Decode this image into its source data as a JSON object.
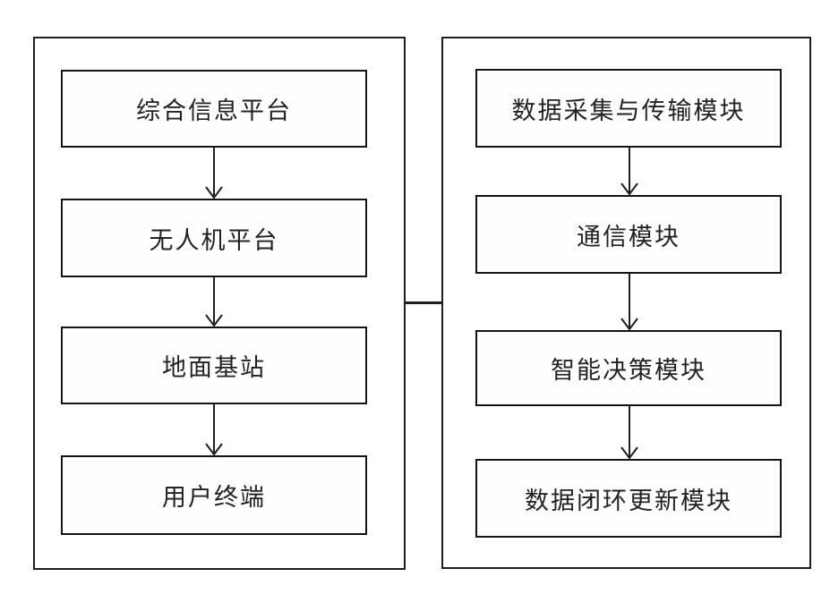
{
  "figure": {
    "background": "#ffffff",
    "line_color": "#1f1f1f",
    "text_color": "#222222"
  },
  "left_panel": {
    "boxes": [
      {
        "label": "综合信息平台"
      },
      {
        "label": "无人机平台"
      },
      {
        "label": "地面基站"
      },
      {
        "label": "用户终端"
      }
    ]
  },
  "right_panel": {
    "boxes": [
      {
        "label": "数据采集与传输模块"
      },
      {
        "label": "通信模块"
      },
      {
        "label": "智能决策模块"
      },
      {
        "label": "数据闭环更新模块"
      }
    ]
  }
}
